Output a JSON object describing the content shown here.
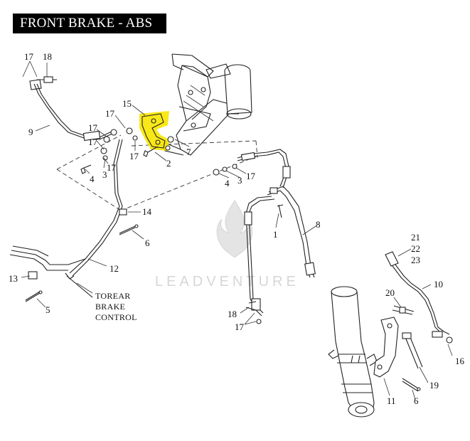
{
  "title": "FRONT BRAKE - ABS",
  "highlight_color": "#f7e600",
  "watermark": {
    "text": "LEADVENTURE",
    "icon": "flame-logo-icon"
  },
  "callouts": {
    "c17_top": "17",
    "c18_top": "18",
    "c9": "9",
    "c15": "15",
    "c17_a": "17",
    "c17_b": "17",
    "c17_c": "17",
    "c17_d": "17",
    "c7": "7",
    "c2": "2",
    "c3_left": "3",
    "c4_left": "4",
    "c4_mid": "4",
    "c3_mid": "3",
    "c17_mid": "17",
    "c14": "14",
    "c6_left": "6",
    "c1": "1",
    "c8": "8",
    "c12": "12",
    "c13": "13",
    "c5": "5",
    "c18_low": "18",
    "c17_low": "17",
    "c21": "21",
    "c22": "22",
    "c23": "23",
    "c10": "10",
    "c20": "20",
    "c16": "16",
    "c19": "19",
    "c11": "11",
    "c6_right": "6"
  },
  "note_lines": [
    "TOREAR",
    "BRAKE",
    "CONTROL"
  ]
}
